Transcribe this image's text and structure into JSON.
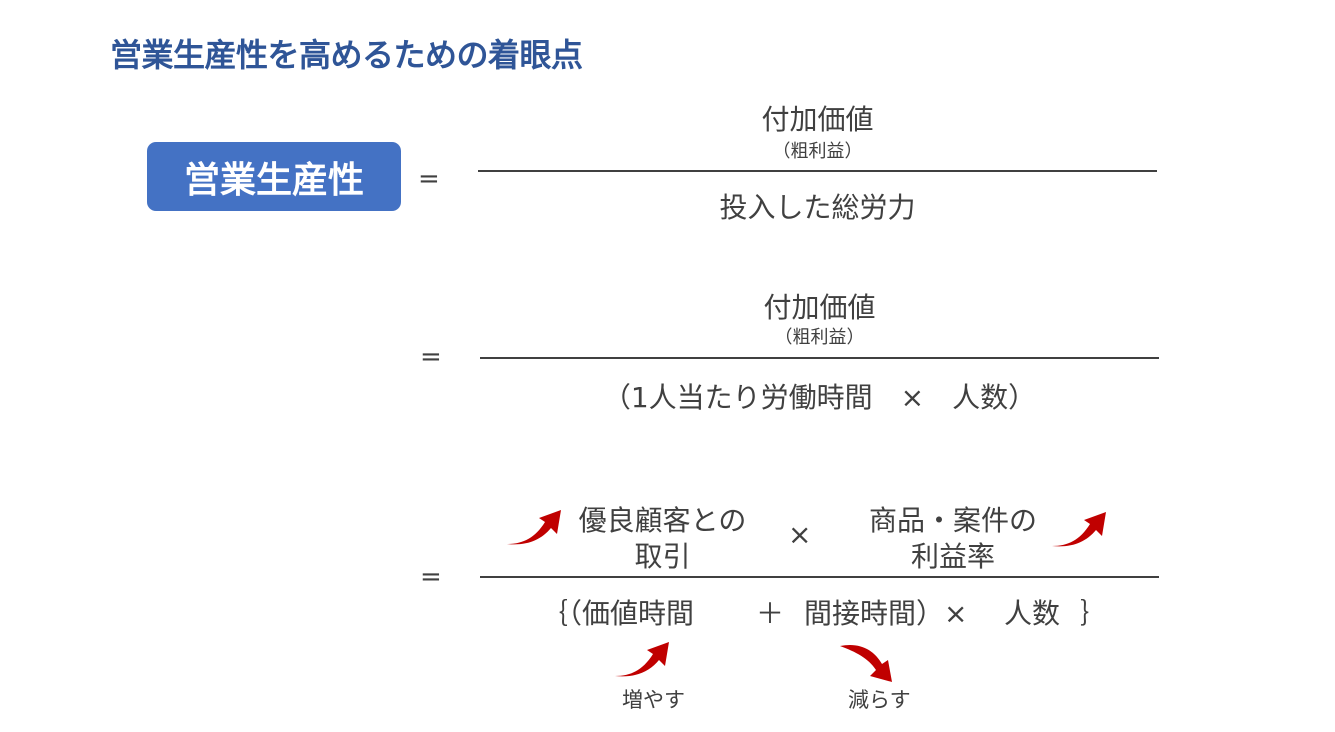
{
  "title": "営業生産性を高めるための着眼点",
  "badge": "営業生産性",
  "equals": "=",
  "formula1": {
    "numerator": "付加価値",
    "numerator_sub": "（粗利益）",
    "denominator": "投入した総労力"
  },
  "formula2": {
    "numerator": "付加価値",
    "numerator_sub": "（粗利益）",
    "denominator": "（1人当たり労働時間　×　人数）"
  },
  "formula3": {
    "factor1_line1": "優良顧客との",
    "factor1_line2": "取引",
    "times": "×",
    "factor2_line1": "商品・案件の",
    "factor2_line2": "利益率",
    "den_open": "｛（価値時間",
    "den_plus": "＋",
    "den_mid": "間接時間）×",
    "den_people": "人数",
    "den_close": "｝",
    "increase_label": "増やす",
    "decrease_label": "減らす"
  },
  "colors": {
    "title": "#2f5597",
    "badge_bg": "#4472c4",
    "arrow": "#c00000",
    "text": "#404040"
  },
  "icons": {
    "up_arrow": "curved-up-arrow-icon",
    "down_arrow": "curved-down-arrow-icon"
  }
}
